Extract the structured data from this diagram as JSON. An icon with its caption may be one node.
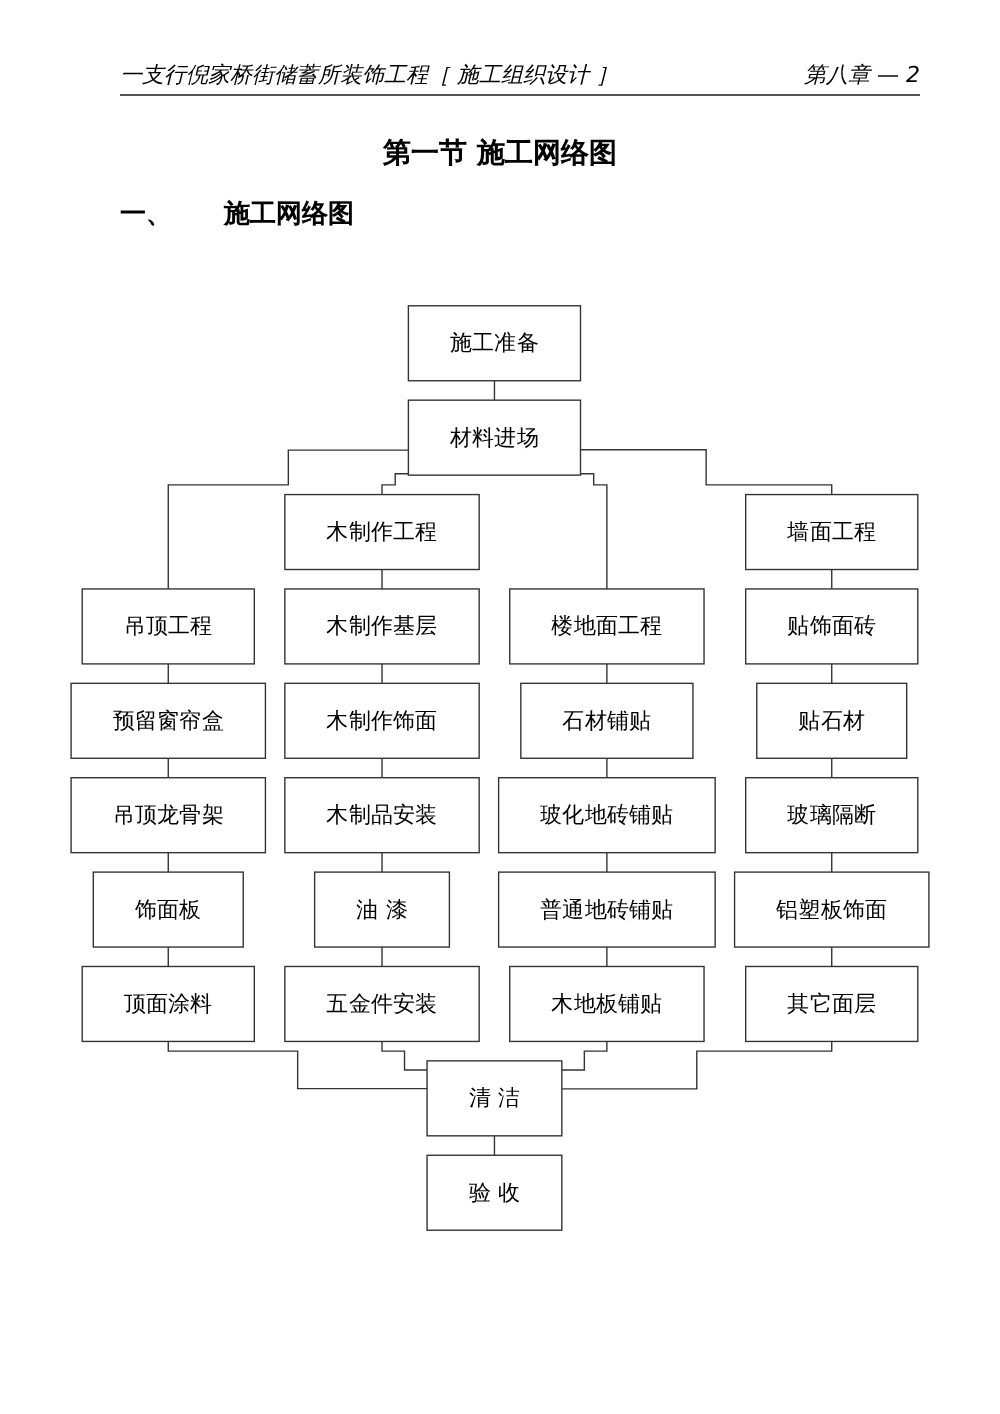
{
  "diagram": {
    "title": "第一节 施工网络图",
    "nodes": [
      {
        "text": [
          "施工准备"
        ]
      },
      {
        "text": [
          "材料进场"
        ]
      },
      {
        "text": [
          "吊顶工程"
        ]
      },
      {
        "text": [
          "预留窗帘盒"
        ]
      },
      {
        "text": [
          "吊顶龙骨架"
        ]
      },
      {
        "text": [
          "饰面板"
        ]
      },
      {
        "text": [
          "顶面涂料"
        ]
      },
      {
        "text": [
          "木制作工程"
        ]
      },
      {
        "text": [
          "木制作基层"
        ]
      },
      {
        "text": [
          "木制作饰面"
        ]
      },
      {
        "text": [
          "木制品安装"
        ]
      },
      {
        "text": [
          "油 漆"
        ]
      },
      {
        "text": [
          "五金件安装"
        ]
      },
      {
        "text": [
          "楼地面工程"
        ]
      },
      {
        "text": [
          "石材铺贴"
        ]
      },
      {
        "text": [
          "玻化地砖铺贴"
        ]
      },
      {
        "text": [
          "普通地砖铺贴"
        ]
      },
      {
        "text": [
          "木地板铺贴"
        ]
      },
      {
        "text": [
          "墙面工程"
        ]
      },
      {
        "text": [
          "贴饰面砖"
        ]
      },
      {
        "text": [
          "贴石材"
        ]
      },
      {
        "text": [
          "玻璃隔断"
        ]
      },
      {
        "text": [
          "铝塑板饰面"
        ]
      },
      {
        "text": [
          "其它面层"
        ]
      },
      {
        "text": [
          "清 洁"
        ]
      },
      {
        "text": [
          "验 收"
        ]
      }
    ],
    "edges": [
      {
        "from": 0,
        "to": 1,
        "arrow": "none"
      },
      {
        "from": 1,
        "to": 2,
        "arrow": "none"
      },
      {
        "from": 1,
        "to": 7,
        "arrow": "none"
      },
      {
        "from": 1,
        "to": 13,
        "arrow": "none"
      },
      {
        "from": 1,
        "to": 18,
        "arrow": "none"
      },
      {
        "from": 2,
        "to": 3,
        "arrow": "none"
      },
      {
        "from": 3,
        "to": 4,
        "arrow": "none"
      },
      {
        "from": 4,
        "to": 5,
        "arrow": "none"
      },
      {
        "from": 5,
        "to": 6,
        "arrow": "none"
      },
      {
        "from": 7,
        "to": 8,
        "arrow": "none"
      },
      {
        "from": 8,
        "to": 9,
        "arrow": "none"
      },
      {
        "from": 9,
        "to": 10,
        "arrow": "none"
      },
      {
        "from": 10,
        "to": 11,
        "arrow": "none"
      },
      {
        "from": 11,
        "to": 12,
        "arrow": "none"
      },
      {
        "from": 13,
        "to": 14,
        "arrow": "none"
      },
      {
        "from": 14,
        "to": 15,
        "arrow": "none"
      },
      {
        "from": 15,
        "to": 16,
        "arrow": "none"
      },
      {
        "from": 16,
        "to": 17,
        "arrow": "none"
      },
      {
        "from": 18,
        "to": 19,
        "arrow": "none"
      },
      {
        "from": 19,
        "to": 20,
        "arrow": "none"
      },
      {
        "from": 20,
        "to": 21,
        "arrow": "none"
      },
      {
        "from": 21,
        "to": 22,
        "arrow": "none"
      },
      {
        "from": 22,
        "to": 23,
        "arrow": "none"
      },
      {
        "from": 6,
        "to": 24,
        "arrow": "none"
      },
      {
        "from": 12,
        "to": 24,
        "arrow": "none"
      },
      {
        "from": 17,
        "to": 24,
        "arrow": "none"
      },
      {
        "from": 23,
        "to": 24,
        "arrow": "none"
      },
      {
        "from": 24,
        "to": 25,
        "arrow": "none"
      }
    ],
    "labels": [
      "一支行倪家桥街储蓄所装饰工程［ 施工组织设计 ］",
      "第八章 — 2",
      "一、",
      "施工网络图"
    ]
  }
}
